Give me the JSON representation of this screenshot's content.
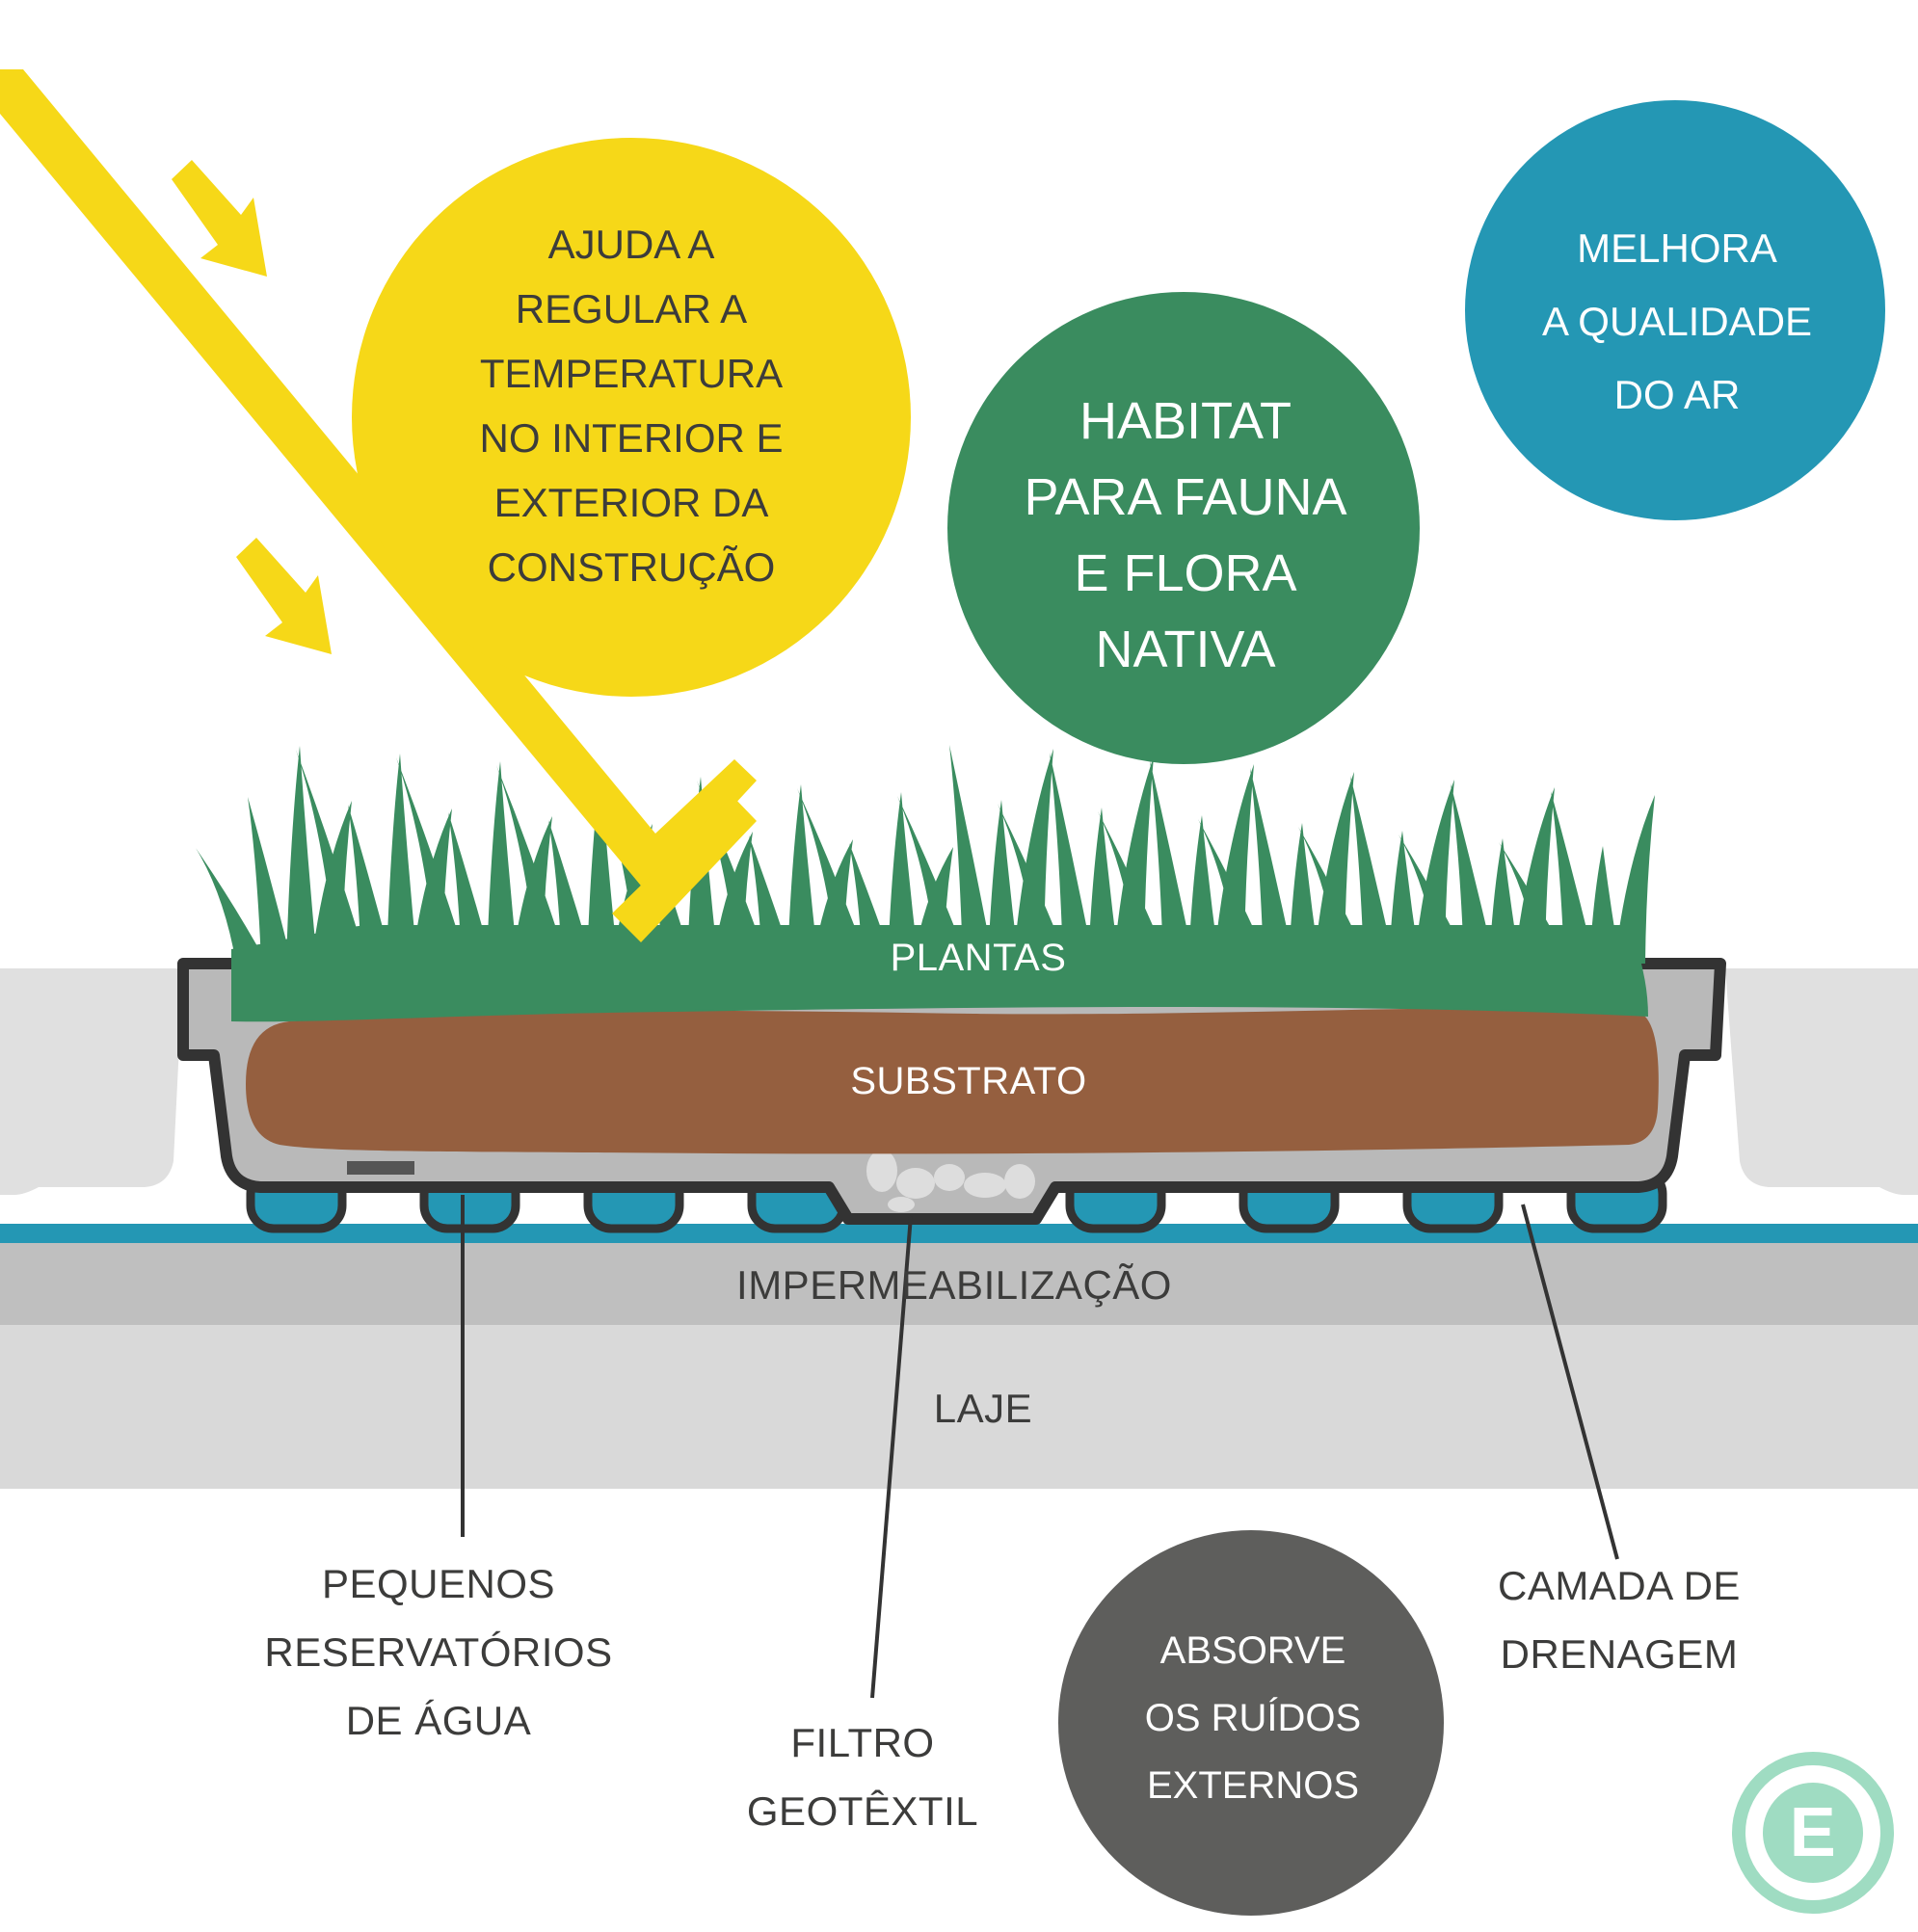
{
  "colors": {
    "yellow": "#F6D818",
    "green": "#3A8C5F",
    "teal": "#2497B4",
    "dark_gray": "#5E5E5C",
    "soil": "#955F3F",
    "slab": "#D9D9D9",
    "membrane": "#BFBFBF",
    "water": "#2497B4",
    "text_dark": "#3C3C3B",
    "logo": "#9FDCC2"
  },
  "bubbles": {
    "temperature": [
      "AJUDA A",
      "REGULAR A",
      "TEMPERATURA",
      "NO INTERIOR E",
      "EXTERIOR DA",
      "CONSTRUÇÃO"
    ],
    "habitat": [
      "HABITAT",
      "PARA FAUNA",
      "E FLORA",
      "NATIVA"
    ],
    "air": [
      "MELHORA",
      "A QUALIDADE",
      "DO AR"
    ],
    "noise": [
      "ABSORVE",
      "OS RUÍDOS",
      "EXTERNOS"
    ]
  },
  "layers": {
    "plants": "PLANTAS",
    "substrate": "SUBSTRATO",
    "waterproofing": "IMPERMEABILIZAÇÃO",
    "slab": "LAJE"
  },
  "callouts": {
    "reservoirs": [
      "PEQUENOS",
      "RESERVATÓRIOS",
      "DE ÁGUA"
    ],
    "filter": [
      "FILTRO",
      "GEOTÊXTIL"
    ],
    "drainage": [
      "CAMADA DE",
      "DRENAGEM"
    ]
  },
  "logo": {
    "letter": "E"
  },
  "icons": {
    "sun_arrows": "arrow-down-right-icon",
    "logo": "e-logo-icon"
  }
}
